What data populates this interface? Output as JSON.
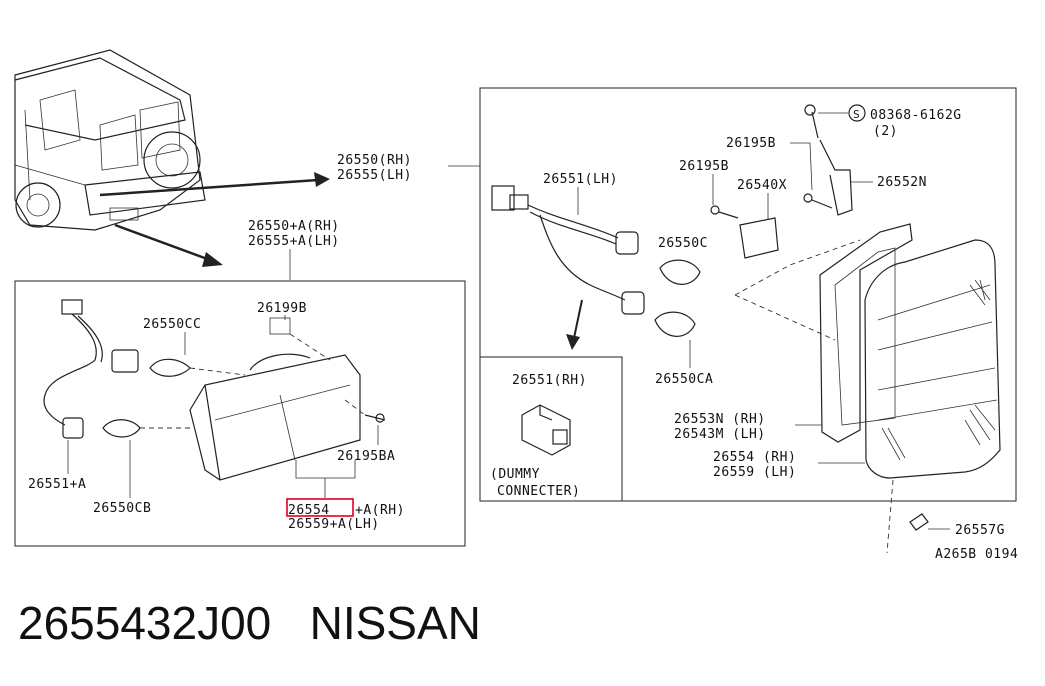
{
  "labels": {
    "main_rh": "26550(RH)",
    "main_lh": "26555(LH)",
    "mainA_rh": "26550+A(RH)",
    "mainA_lh": "26555+A(LH)",
    "bolt_top": "08368-6162G",
    "bolt_top_qty": "(2)",
    "bracket_b_top": "26195B",
    "bracket_b_mid": "26195B",
    "bracket_n": "26552N",
    "bracket_x": "26540X",
    "harness_lh": "26551(LH)",
    "bulb_c": "26550C",
    "bulb_ca": "26550CA",
    "gasket_rh": "26553N (RH)",
    "gasket_lh": "26543M (LH)",
    "lens_rh": "26554 (RH)",
    "lens_lh": "26559 (LH)",
    "nut_g": "26557G",
    "ref_code": "A265B 0194",
    "dummy_part": "26551(RH)",
    "dummy_text_1": "(DUMMY",
    "dummy_text_2": "CONNECTER)",
    "clip_b": "26199B",
    "bulb_cc": "26550CC",
    "screw_ba": "26195BA",
    "harness_a": "26551+A",
    "bulb_cb": "26550CB",
    "lensA_rh_prefix": "26554",
    "lensA_rh_suffix": "+A(RH)",
    "lensA_lh": "26559+A(LH)",
    "s_symbol": "S"
  },
  "caption": {
    "part_number": "2655432J00",
    "brand": "NISSAN"
  },
  "colors": {
    "line": "#222222",
    "highlight": "#e0001b",
    "background": "#ffffff"
  }
}
